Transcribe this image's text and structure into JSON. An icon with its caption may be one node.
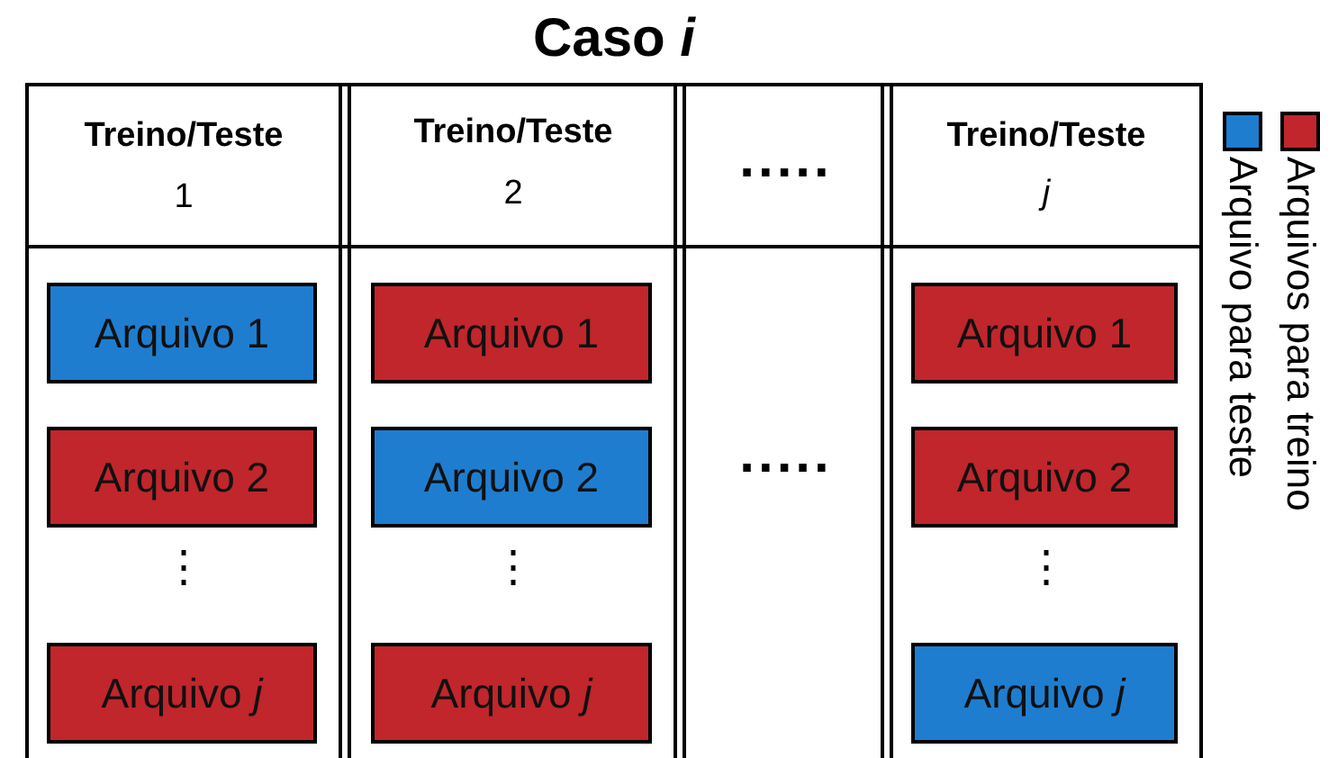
{
  "diagram": {
    "title": "Caso *i*",
    "nodes": [
      {
        "text": [
          "Arquivo 1"
        ]
      },
      {
        "text": [
          "Arquivo 2"
        ]
      },
      {
        "text": [
          "Arquivo *j*"
        ]
      },
      {
        "text": [
          "Arquivo 1"
        ]
      },
      {
        "text": [
          "Arquivo 2"
        ]
      },
      {
        "text": [
          "Arquivo *j*"
        ]
      },
      {
        "text": [
          "Arquivo 1"
        ]
      },
      {
        "text": [
          "Arquivo 2"
        ]
      },
      {
        "text": [
          "Arquivo *j*"
        ]
      }
    ],
    "edges": [],
    "labels": [
      "Treino/Teste",
      "1",
      "Treino/Teste",
      "2",
      ".....",
      "Treino/Teste",
      "*j*",
      "⋮",
      "⋮",
      ".....",
      "⋮"
    ],
    "legend": [
      {
        "text": "Arquivos para treino",
        "color": "#c0262b"
      },
      {
        "text": "Arquivo para teste",
        "color": "#1f7dcf"
      }
    ]
  }
}
